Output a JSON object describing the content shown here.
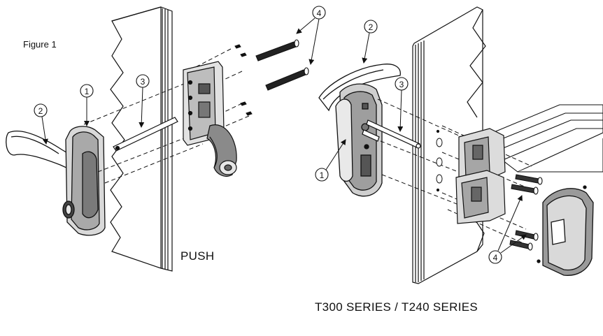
{
  "figure": {
    "title": "Figure 1",
    "push_label": "PUSH",
    "series_label": "T300 SERIES / T240 SERIES"
  },
  "callouts": {
    "escutcheon": "1",
    "lever": "2",
    "spindle": "3",
    "bolts": "4"
  }
}
